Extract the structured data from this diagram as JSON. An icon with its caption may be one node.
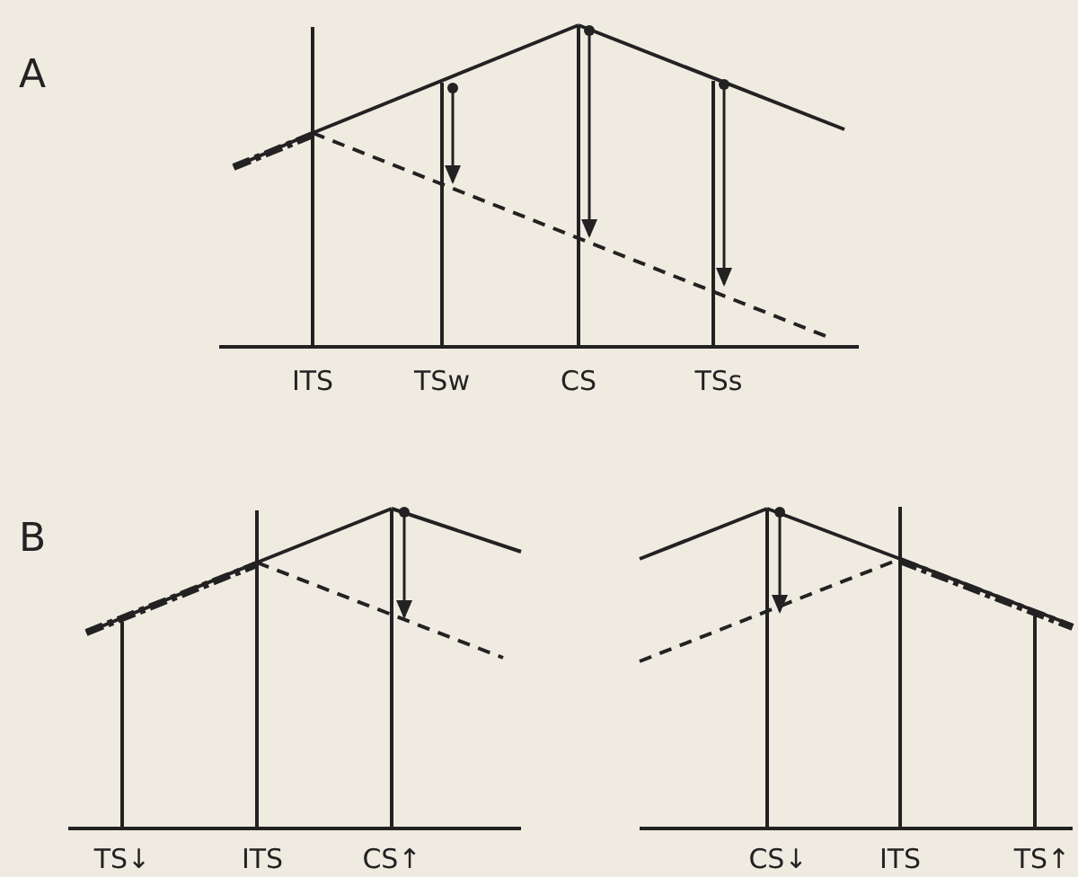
{
  "diagram": {
    "labels": [
      "A",
      "ITS",
      "TSw",
      "CS",
      "TSs",
      "B",
      "TS↓",
      "ITS",
      "CS↑",
      "CS↓",
      "ITS",
      "TS↑"
    ]
  }
}
